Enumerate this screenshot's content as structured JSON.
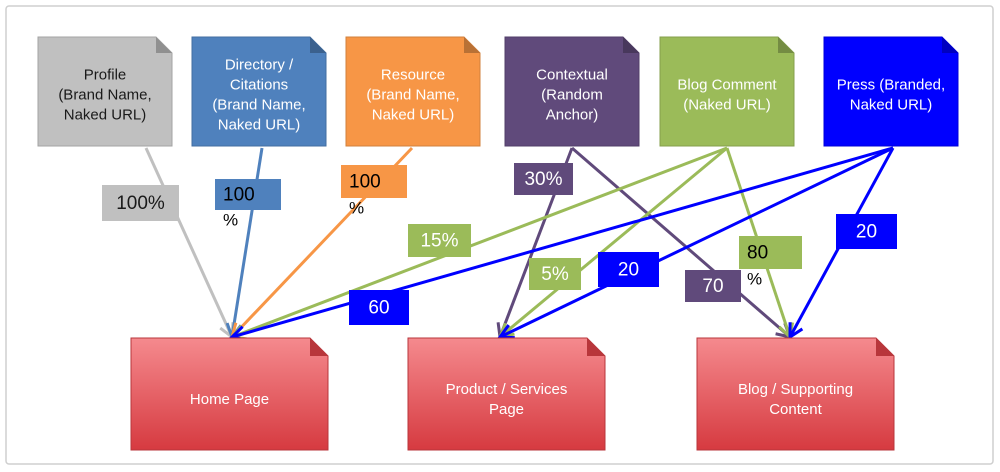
{
  "sources": [
    {
      "id": "profile",
      "lines": [
        "Profile",
        "(Brand Name,",
        "Naked URL)"
      ],
      "fill": "#C0C0C0",
      "text_color": "#1a1a1a"
    },
    {
      "id": "directory",
      "lines": [
        "Directory /",
        "Citations",
        "(Brand Name,",
        "Naked URL)"
      ],
      "fill": "#4F81BD",
      "text_color": "#ffffff"
    },
    {
      "id": "resource",
      "lines": [
        "Resource",
        "(Brand Name,",
        "Naked URL)"
      ],
      "fill": "#F79646",
      "text_color": "#ffffff"
    },
    {
      "id": "contextual",
      "lines": [
        "Contextual",
        "(Random",
        "Anchor)"
      ],
      "fill": "#604A7B",
      "text_color": "#ffffff"
    },
    {
      "id": "blog",
      "lines": [
        "Blog Comment",
        "(Naked URL)"
      ],
      "fill": "#9BBB59",
      "text_color": "#ffffff"
    },
    {
      "id": "press",
      "lines": [
        "Press (Branded,",
        "Naked URL)"
      ],
      "fill": "#0000FF",
      "text_color": "#ffffff"
    }
  ],
  "targets": [
    {
      "id": "home",
      "lines": [
        "Home Page"
      ]
    },
    {
      "id": "product",
      "lines": [
        "Product / Services",
        "Page"
      ]
    },
    {
      "id": "blogsup",
      "lines": [
        "Blog / Supporting",
        "Content"
      ]
    }
  ],
  "target_fill": "#F2585F",
  "flows": [
    {
      "from": "profile",
      "to": "home",
      "label": [
        "100%"
      ],
      "color": "#C0C0C0"
    },
    {
      "from": "directory",
      "to": "home",
      "label": [
        "100",
        "%"
      ],
      "color": "#4F81BD"
    },
    {
      "from": "resource",
      "to": "home",
      "label": [
        "100",
        "%"
      ],
      "color": "#F79646"
    },
    {
      "from": "contextual",
      "to": "product",
      "label": [
        "30%"
      ],
      "color": "#604A7B"
    },
    {
      "from": "contextual",
      "to": "blogsup",
      "label": [
        "70"
      ],
      "color": "#604A7B"
    },
    {
      "from": "blog",
      "to": "home",
      "label": [
        "15%"
      ],
      "color": "#9BBB59"
    },
    {
      "from": "blog",
      "to": "product",
      "label": [
        "5%"
      ],
      "color": "#9BBB59"
    },
    {
      "from": "blog",
      "to": "blogsup",
      "label": [
        "80",
        "%"
      ],
      "color": "#9BBB59"
    },
    {
      "from": "press",
      "to": "home",
      "label": [
        "60"
      ],
      "color": "#0000FF"
    },
    {
      "from": "press",
      "to": "product",
      "label": [
        "20"
      ],
      "color": "#0000FF"
    },
    {
      "from": "press",
      "to": "blogsup",
      "label": [
        "20"
      ],
      "color": "#0000FF"
    }
  ]
}
